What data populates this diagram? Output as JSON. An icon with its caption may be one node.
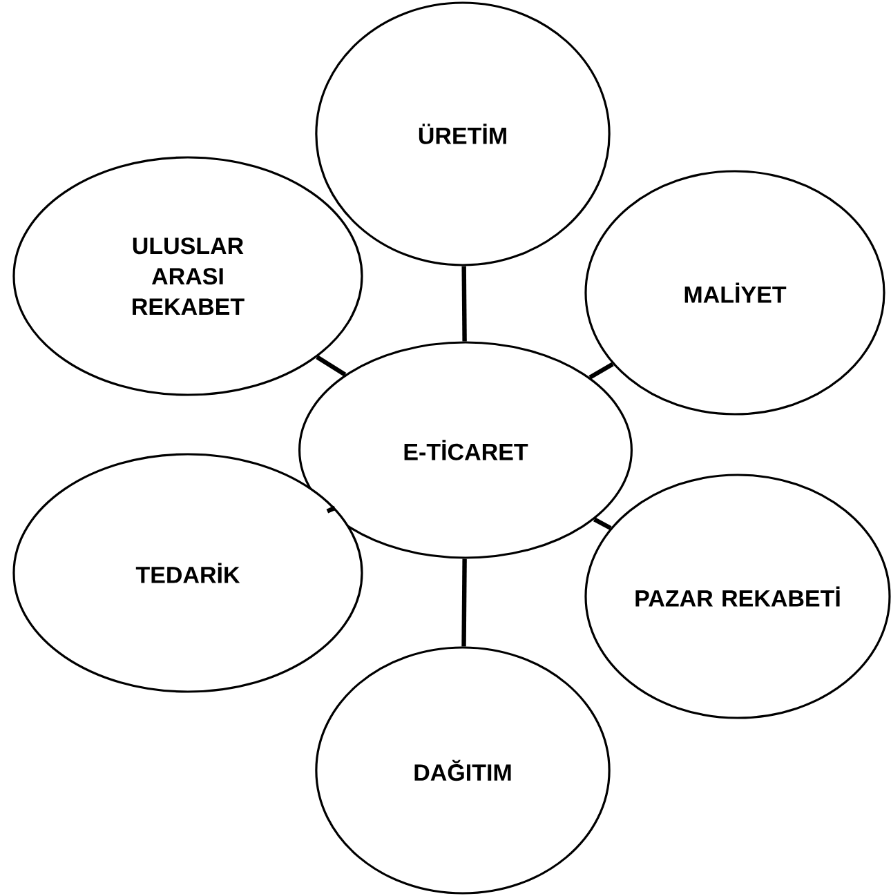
{
  "diagram": {
    "nodes": [
      {
        "text": [
          "ÜRETİM"
        ]
      },
      {
        "text": [
          "ULUSLAR ARASI REKABET"
        ]
      },
      {
        "text": [
          "MALİYET"
        ]
      },
      {
        "text": [
          "E-TİCARET"
        ]
      },
      {
        "text": [
          "TEDARİK"
        ]
      },
      {
        "text": [
          "PAZAR REKABETİ"
        ]
      },
      {
        "text": [
          "DAĞITIM"
        ]
      }
    ],
    "edges": [
      {
        "from": 3,
        "to": 0,
        "arrow": "none"
      },
      {
        "from": 3,
        "to": 1,
        "arrow": "none"
      },
      {
        "from": 3,
        "to": 2,
        "arrow": "none"
      },
      {
        "from": 3,
        "to": 4,
        "arrow": "none"
      },
      {
        "from": 3,
        "to": 5,
        "arrow": "none"
      },
      {
        "from": 3,
        "to": 6,
        "arrow": "none"
      }
    ]
  }
}
